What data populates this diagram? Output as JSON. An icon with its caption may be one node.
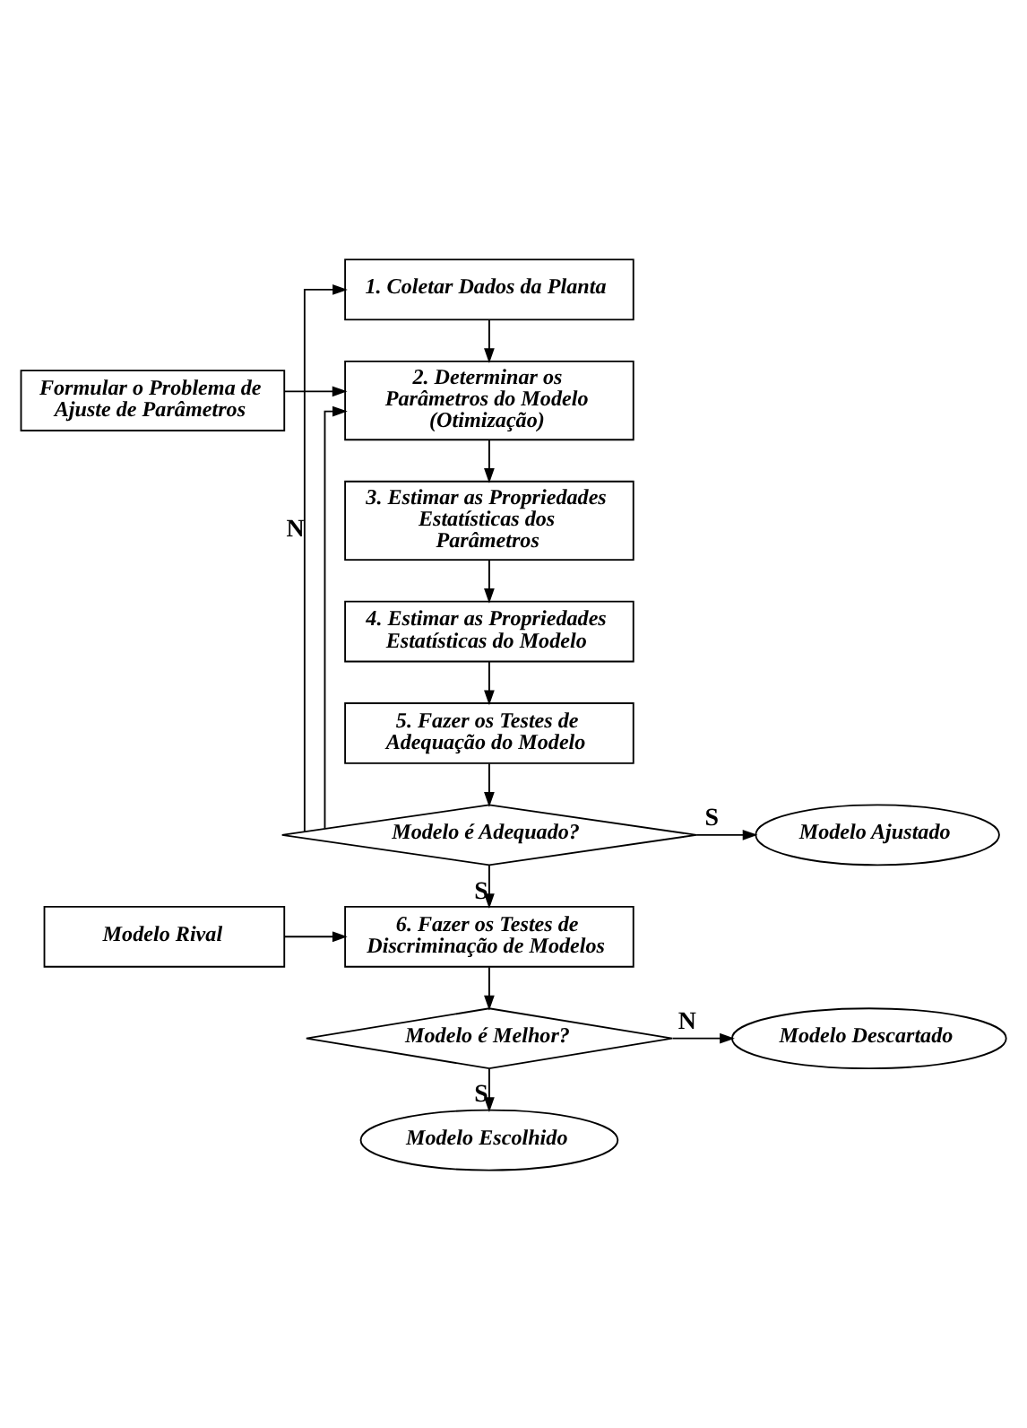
{
  "diagram": {
    "nodes": [
      {
        "text": [
          "1. Coletar Dados da Planta"
        ]
      },
      {
        "text": [
          "Formular o Problema de Ajuste de Parâmetros"
        ]
      },
      {
        "text": [
          "2. Determinar os Parâmetros do Modelo (Otimização)"
        ]
      },
      {
        "text": [
          "3. Estimar as Propriedades Estatísticas dos Parâmetros"
        ]
      },
      {
        "text": [
          "4. Estimar as Propriedades Estatísticas do Modelo"
        ]
      },
      {
        "text": [
          "5. Fazer os Testes de Adequação do Modelo"
        ]
      },
      {
        "text": [
          "Modelo Ajustado"
        ]
      },
      {
        "text": [
          "Modelo é Adequado?"
        ]
      },
      {
        "text": [
          "Modelo Rival"
        ]
      },
      {
        "text": [
          "6. Fazer os Testes de Discriminação de Modelos"
        ]
      },
      {
        "text": [
          "Modelo Descartado"
        ]
      },
      {
        "text": [
          "Modelo é Melhor?"
        ]
      },
      {
        "text": [
          "Modelo Escolhido"
        ]
      }
    ],
    "edges": [
      {
        "from": 0,
        "to": 2,
        "arrow": "to"
      },
      {
        "from": 1,
        "to": 2,
        "arrow": "to"
      },
      {
        "from": 2,
        "to": 3,
        "arrow": "to"
      },
      {
        "from": 3,
        "to": 4,
        "arrow": "to"
      },
      {
        "from": 4,
        "to": 5,
        "arrow": "to"
      },
      {
        "from": 5,
        "to": 7,
        "arrow": "to"
      },
      {
        "from": 7,
        "to": 6,
        "arrow": "to",
        "label": "S"
      },
      {
        "from": 7,
        "to": 0,
        "arrow": "to",
        "label": "N"
      },
      {
        "from": 7,
        "to": 2,
        "arrow": "to"
      },
      {
        "from": 7,
        "to": 9,
        "arrow": "to",
        "label": "S"
      },
      {
        "from": 8,
        "to": 9,
        "arrow": "to"
      },
      {
        "from": 9,
        "to": 11,
        "arrow": "to"
      },
      {
        "from": 11,
        "to": 10,
        "arrow": "to",
        "label": "N"
      },
      {
        "from": 11,
        "to": 12,
        "arrow": "to",
        "label": "S"
      }
    ]
  }
}
